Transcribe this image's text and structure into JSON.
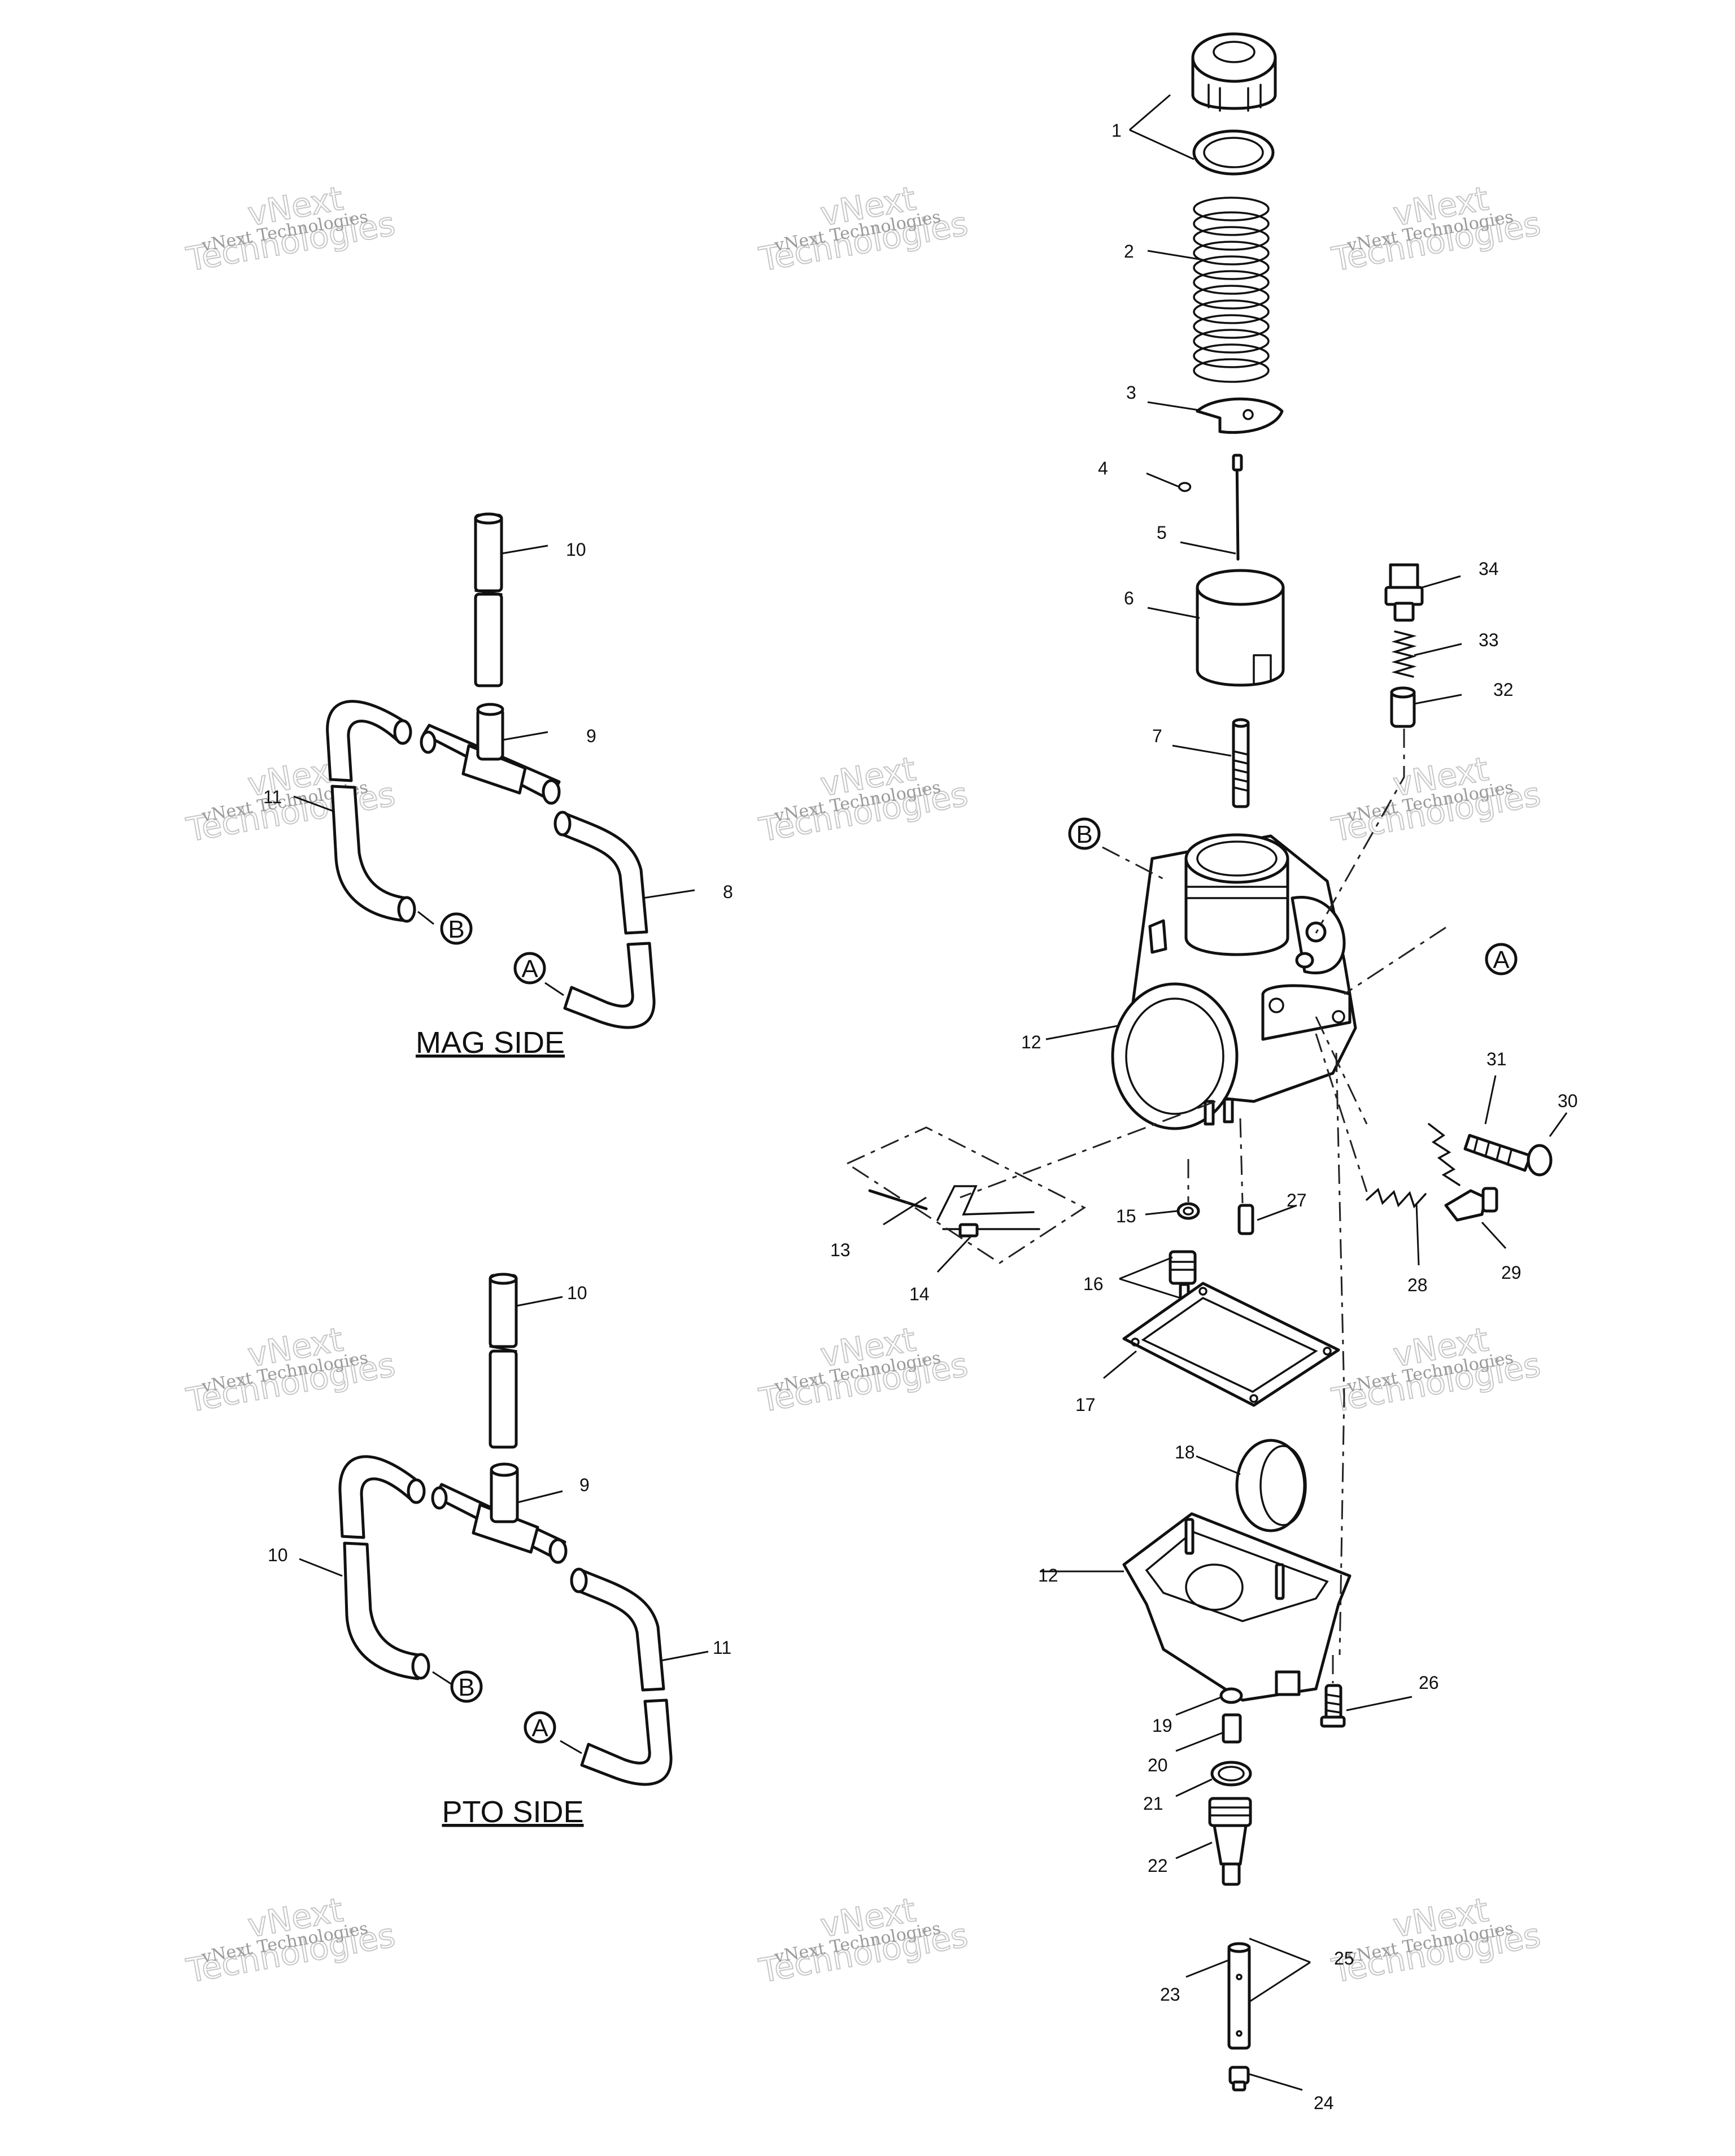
{
  "labels": {
    "l1": "1",
    "l2": "2",
    "l3": "3",
    "l4": "4",
    "l5": "5",
    "l6": "6",
    "l7": "7",
    "l8": "8",
    "l9": "9",
    "l10": "10",
    "l11": "11",
    "l12": "12",
    "l13": "13",
    "l14": "14",
    "l15": "15",
    "l16": "16",
    "l17": "17",
    "l18": "18",
    "l19": "19",
    "l20": "20",
    "l21": "21",
    "l22": "22",
    "l23": "23",
    "l24": "24",
    "l25": "25",
    "l26": "26",
    "l27": "27",
    "l28": "28",
    "l29": "29",
    "l30": "30",
    "l31": "31",
    "l32": "32",
    "l33": "33",
    "l34": "34"
  },
  "refs": {
    "a": "A",
    "b": "B"
  },
  "sections": {
    "mag": "MAG SIDE",
    "pto": "PTO SIDE"
  },
  "watermark": {
    "brand": "vNext",
    "company": "Technologies",
    "full": "vNext Technologies"
  }
}
